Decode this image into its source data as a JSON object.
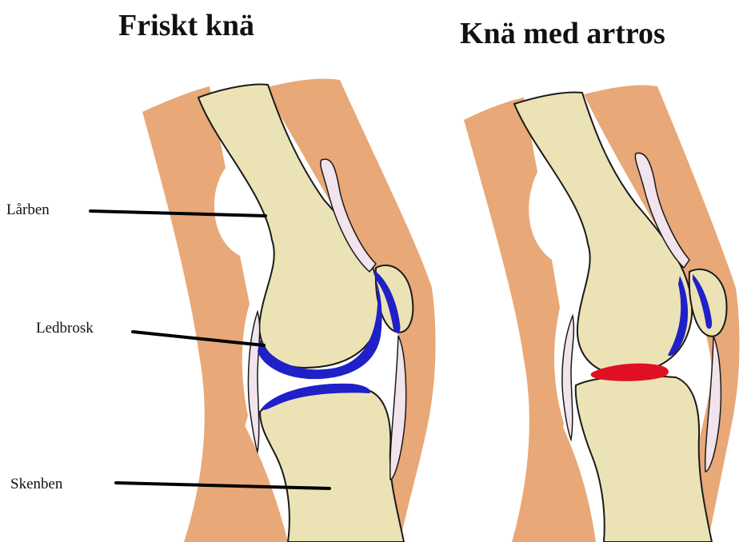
{
  "titles": {
    "healthy": "Friskt knä",
    "artrosis": "Knä med artros"
  },
  "labels": {
    "femur": "Lårben",
    "cartilage": "Ledbrosk",
    "tibia": "Skenben"
  },
  "colors": {
    "muscle": "#e8a877",
    "muscle_dark": "#d99562",
    "bone": "#ebe3b5",
    "cartilage_healthy": "#2020c8",
    "cartilage_worn": "#e01020",
    "bursa": "#f1e4ec",
    "outline": "#1a1a1a"
  }
}
